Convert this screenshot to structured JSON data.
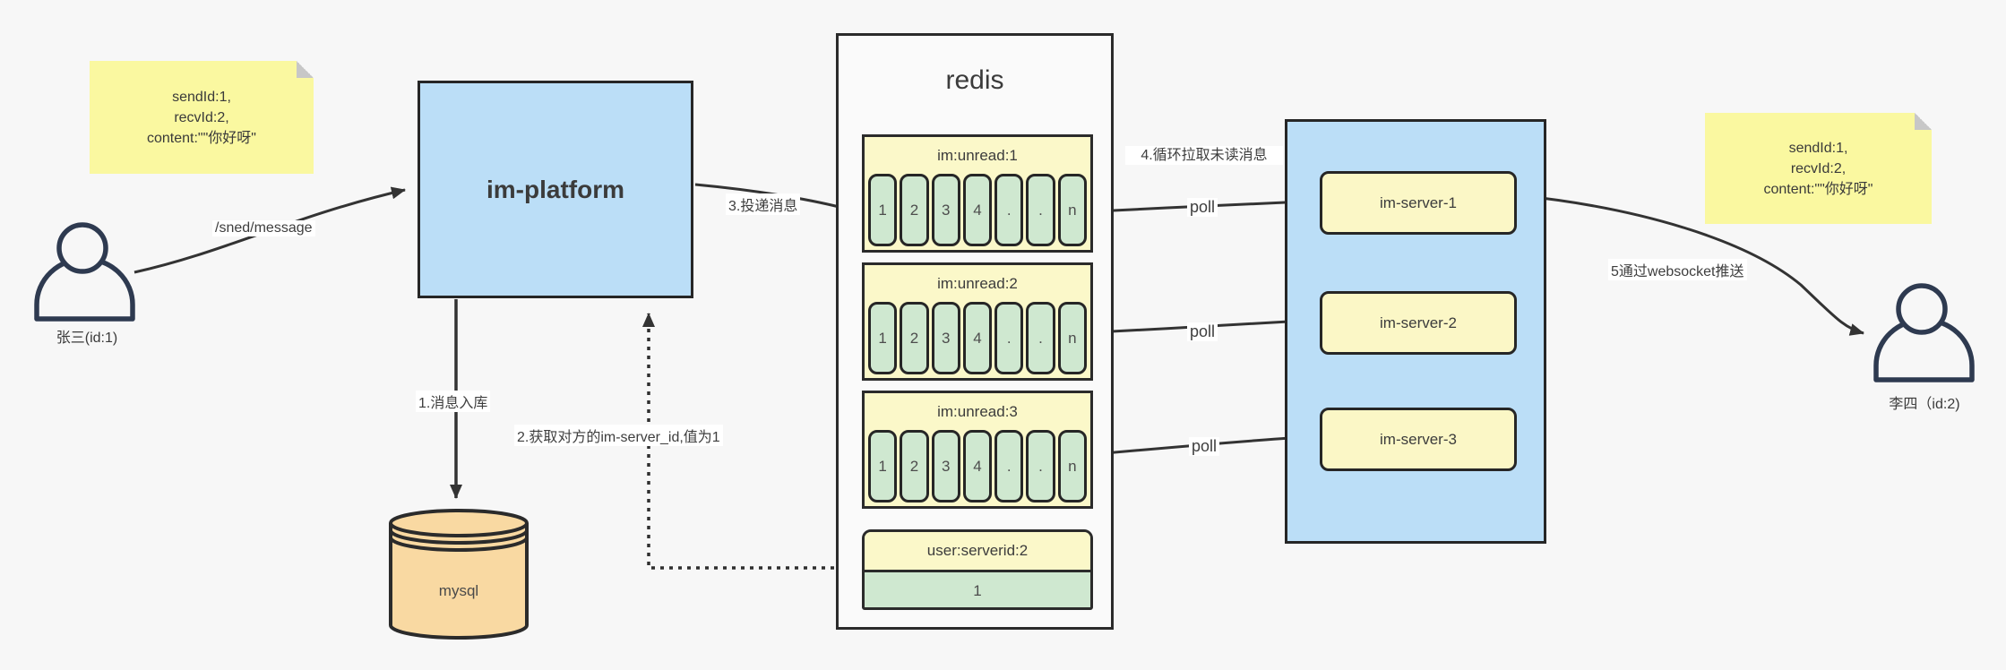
{
  "users": {
    "sender": {
      "name": "张三(id:1)"
    },
    "receiver": {
      "name": "李四（id:2)"
    }
  },
  "notes": {
    "sender": {
      "line1": "sendId:1,",
      "line2": "recvId:2,",
      "line3": "content:\"\"你好呀\""
    },
    "receiver": {
      "line1": "sendId:1,",
      "line2": "recvId:2,",
      "line3": "content:\"\"你好呀\""
    }
  },
  "platform": {
    "label": "im-platform"
  },
  "database": {
    "label": "mysql"
  },
  "redis": {
    "title": "redis",
    "queues": [
      {
        "header": "im:unread:1",
        "cells": [
          "1",
          "2",
          "3",
          "4",
          ".",
          ".",
          "n"
        ]
      },
      {
        "header": "im:unread:2",
        "cells": [
          "1",
          "2",
          "3",
          "4",
          ".",
          ".",
          "n"
        ]
      },
      {
        "header": "im:unread:3",
        "cells": [
          "1",
          "2",
          "3",
          "4",
          ".",
          ".",
          "n"
        ]
      }
    ],
    "mapping": {
      "header": "user:serverid:2",
      "value": "1"
    }
  },
  "cluster": {
    "servers": [
      {
        "label": "im-server-1"
      },
      {
        "label": "im-server-2"
      },
      {
        "label": "im-server-3"
      }
    ]
  },
  "labels": {
    "send_endpoint": "/sned/message",
    "step1": "1.消息入库",
    "step2": "2.获取对方的im-server_id,值为1",
    "step3": "3.投递消息",
    "step4": "4.循环拉取未读消息",
    "step5": "5通过websocket推送",
    "poll": "poll"
  },
  "colors": {
    "background": "#f7f7f7",
    "node_blue": "#bbdef7",
    "note_yellow": "#faf8a0",
    "panel_yellow": "#fbf8c9",
    "cell_green": "#cfe8d0",
    "db_tan": "#f9d9a2",
    "line": "#333333"
  }
}
